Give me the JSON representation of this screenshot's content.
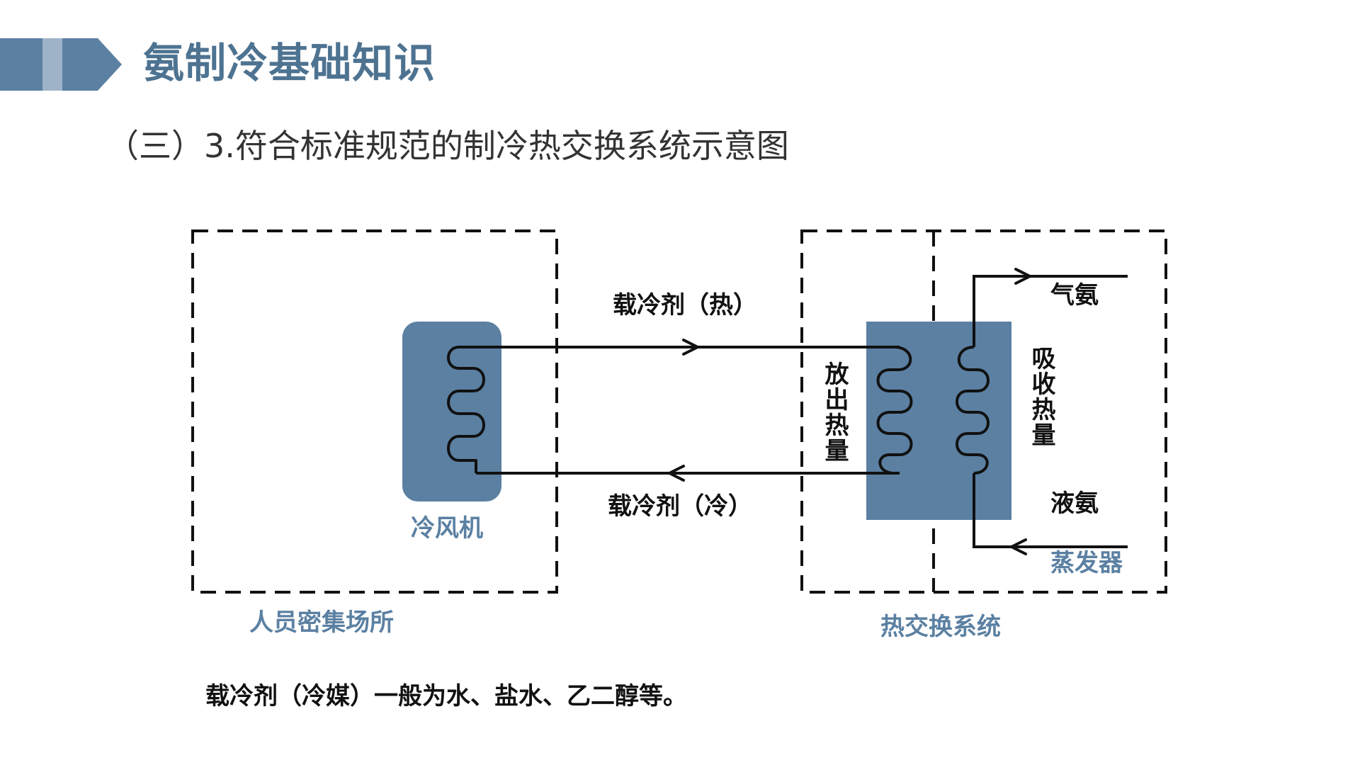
{
  "slide": {
    "title": "氨制冷基础知识",
    "subtitle": "（三）3.符合标准规范的制冷热交换系统示意图",
    "note": "载冷剂（冷媒）一般为水、盐水、乙二醇等。"
  },
  "colors": {
    "accent": "#5b80a2",
    "accent_dark": "#4e7391",
    "accent_light": "#9fb3c8",
    "line": "#111111",
    "label_blue": "#5b80a2"
  },
  "diagram": {
    "zones": {
      "crowded_area": "人员密集场所",
      "heat_exchange_system": "热交换系统"
    },
    "components": {
      "air_cooler": "冷风机",
      "evaporator": "蒸发器"
    },
    "flows": {
      "coolant_hot": "载冷剂（热）",
      "coolant_cold": "载冷剂（冷）",
      "gas_ammonia": "气氨",
      "liquid_ammonia": "液氨"
    },
    "heat": {
      "release": "放出热量",
      "absorb": "吸收热量"
    }
  }
}
